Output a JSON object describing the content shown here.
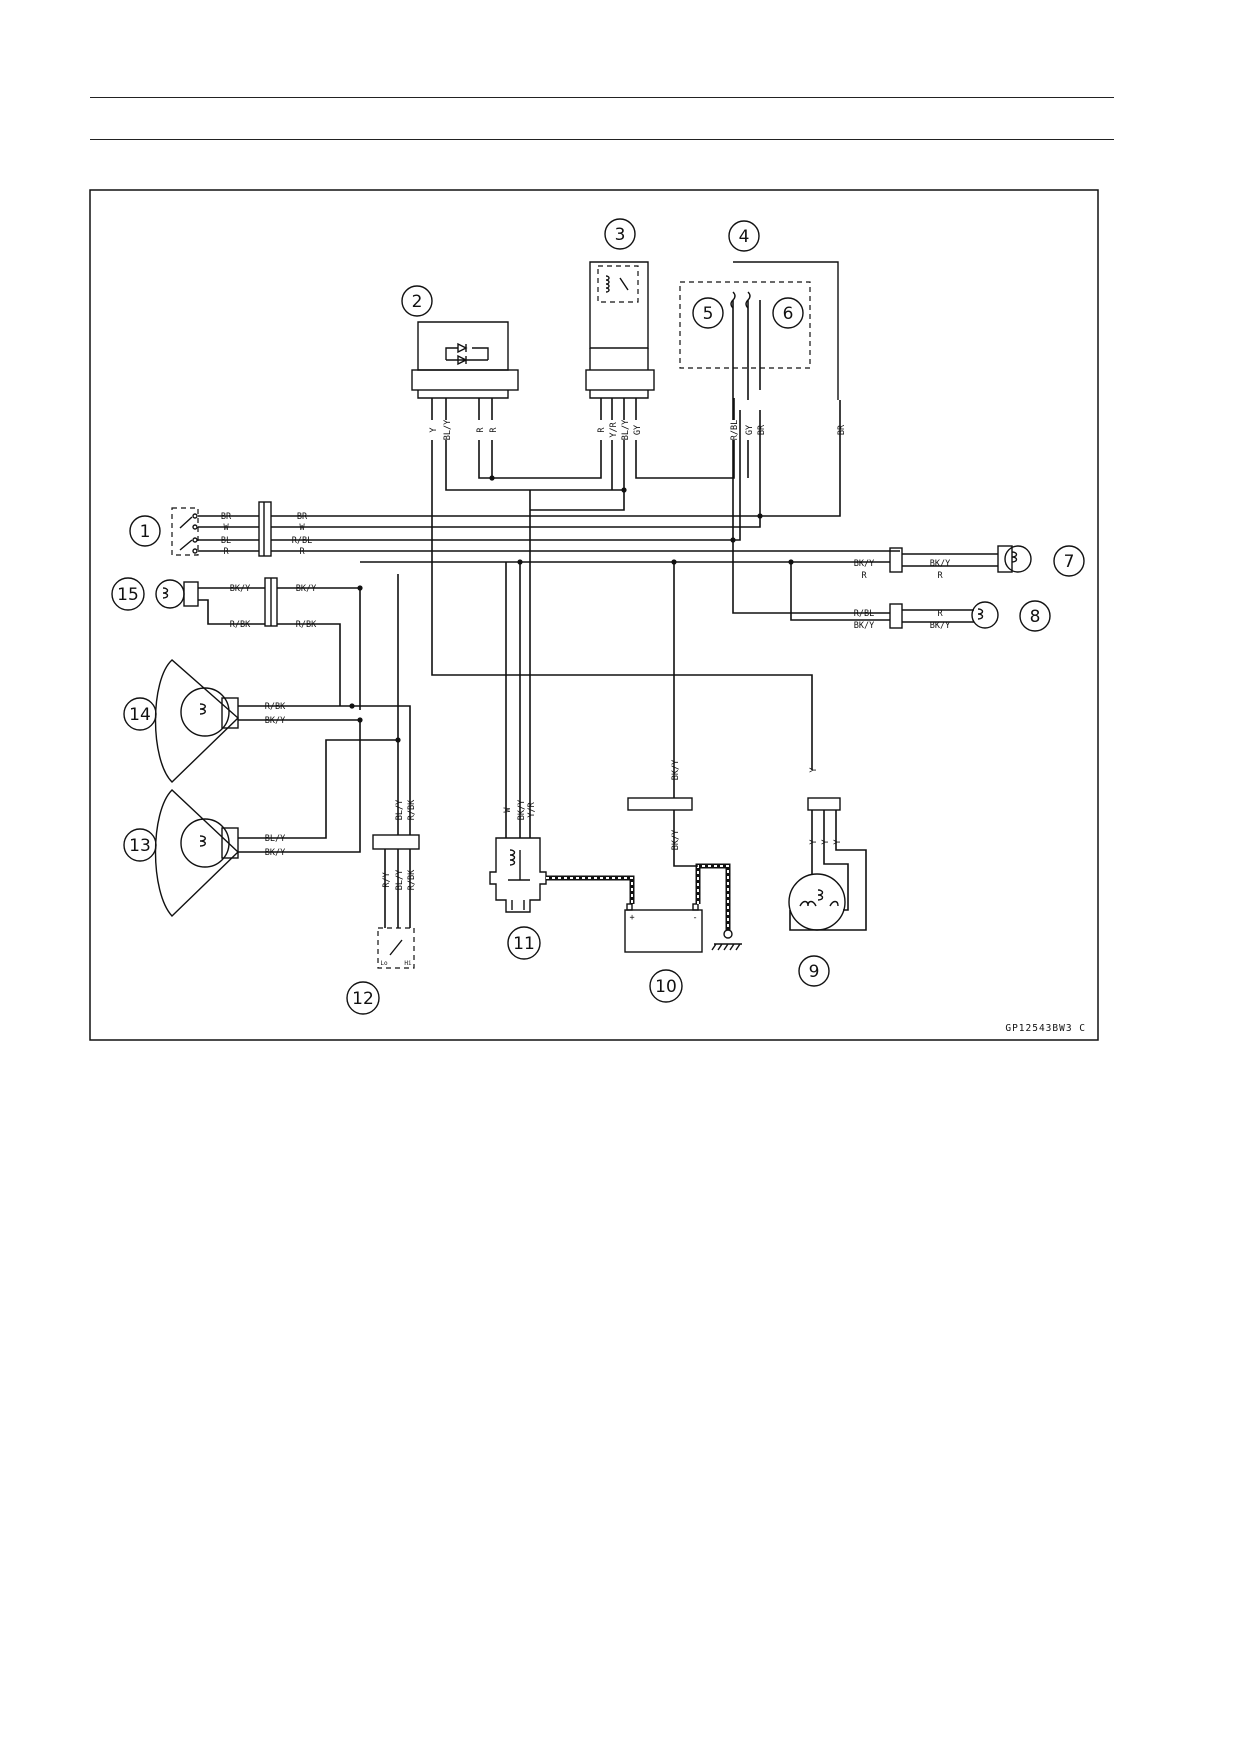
{
  "diagram_code": "GP12543BW3 C",
  "callouts": [
    "1",
    "2",
    "3",
    "4",
    "5",
    "6",
    "7",
    "8",
    "9",
    "10",
    "11",
    "12",
    "13",
    "14",
    "15"
  ],
  "wire_labels": {
    "sw_left": [
      "BR",
      "W",
      "BL",
      "R"
    ],
    "sw_right": [
      "BR",
      "W",
      "R/BL",
      "R"
    ],
    "c2": [
      "Y",
      "BL/Y",
      "R",
      "R"
    ],
    "c3": [
      "R",
      "Y/R",
      "BL/Y",
      "GY"
    ],
    "c4": [
      "R/BL",
      "GY",
      "BR"
    ],
    "c4_br": "BR",
    "c7_left": [
      "BK/Y",
      "R"
    ],
    "c7_right": [
      "BK/Y",
      "R"
    ],
    "c8_left": [
      "R/BL",
      "BK/Y"
    ],
    "c8_right": [
      "R",
      "BK/Y"
    ],
    "c15": [
      "BK/Y",
      "R/BK",
      "BK/Y",
      "R/BK"
    ],
    "c14": [
      "R/BK",
      "BK/Y"
    ],
    "c13": [
      "BL/Y",
      "BK/Y"
    ],
    "c12_top": [
      "BL/Y",
      "R/BK"
    ],
    "c12_bottom": [
      "R/Y",
      "BL/Y",
      "R/BK"
    ],
    "c11": [
      "W",
      "BK/Y",
      "Y/R"
    ],
    "c10": [
      "BK/Y",
      "BK/Y"
    ],
    "c10_terminals": [
      "+",
      "-"
    ],
    "c9": [
      "Y",
      "Y",
      "Y",
      "Y"
    ],
    "c12_switch": [
      "Lo",
      "Hi"
    ]
  }
}
